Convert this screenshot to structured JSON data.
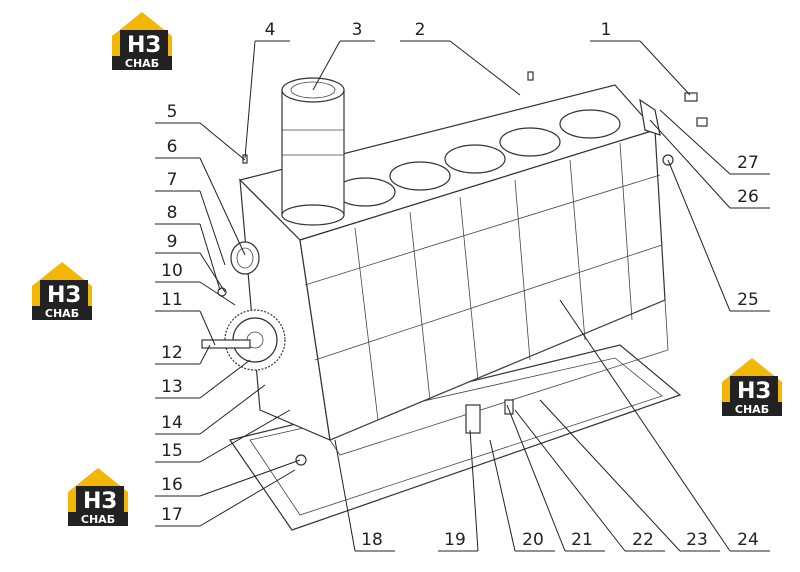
{
  "logo": {
    "mark": "НЗ",
    "text": "СНАБ",
    "colors": {
      "yellow": "#f2b705",
      "dark": "#222222"
    }
  },
  "callouts": [
    "1",
    "2",
    "3",
    "4",
    "5",
    "6",
    "7",
    "8",
    "9",
    "10",
    "11",
    "12",
    "13",
    "14",
    "15",
    "16",
    "17",
    "18",
    "19",
    "20",
    "21",
    "22",
    "23",
    "24",
    "25",
    "26",
    "27"
  ]
}
